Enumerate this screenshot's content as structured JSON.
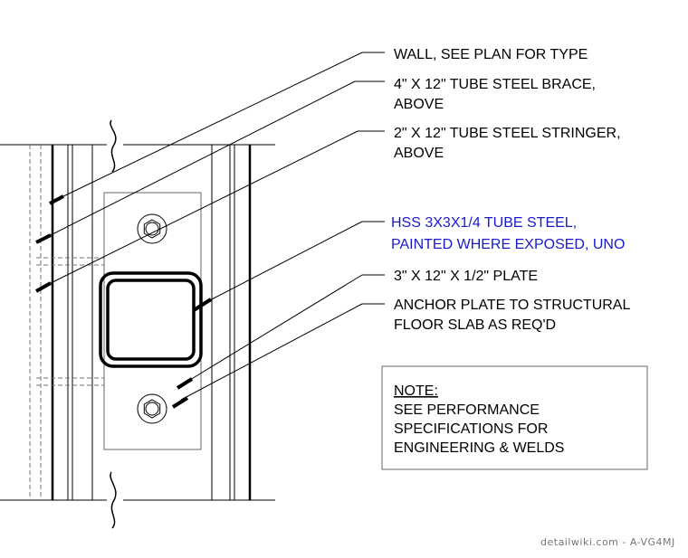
{
  "callouts": [
    {
      "id": "wall",
      "lines": [
        "WALL, SEE PLAN FOR TYPE"
      ]
    },
    {
      "id": "brace",
      "lines": [
        "4\" X 12\" TUBE STEEL BRACE,",
        "ABOVE"
      ]
    },
    {
      "id": "stringer",
      "lines": [
        "2\" X 12\" TUBE STEEL STRINGER,",
        "ABOVE"
      ]
    },
    {
      "id": "hss",
      "lines": [
        "HSS 3X3X1/4 TUBE STEEL,",
        "PAINTED WHERE EXPOSED, UNO"
      ]
    },
    {
      "id": "plate",
      "lines": [
        "3\" X 12\" X 1/2\" PLATE"
      ]
    },
    {
      "id": "anchor",
      "lines": [
        "ANCHOR PLATE TO STRUCTURAL",
        "FLOOR SLAB AS REQ'D"
      ]
    }
  ],
  "note": {
    "title": "NOTE:",
    "lines": [
      "SEE PERFORMANCE",
      "SPECIFICATIONS FOR",
      "ENGINEERING & WELDS"
    ]
  },
  "watermark": "detailwiki.com - A-VG4MJ",
  "colors": {
    "line": "#000000",
    "hss_label": "#1a1acc",
    "watermark": "#777777"
  }
}
